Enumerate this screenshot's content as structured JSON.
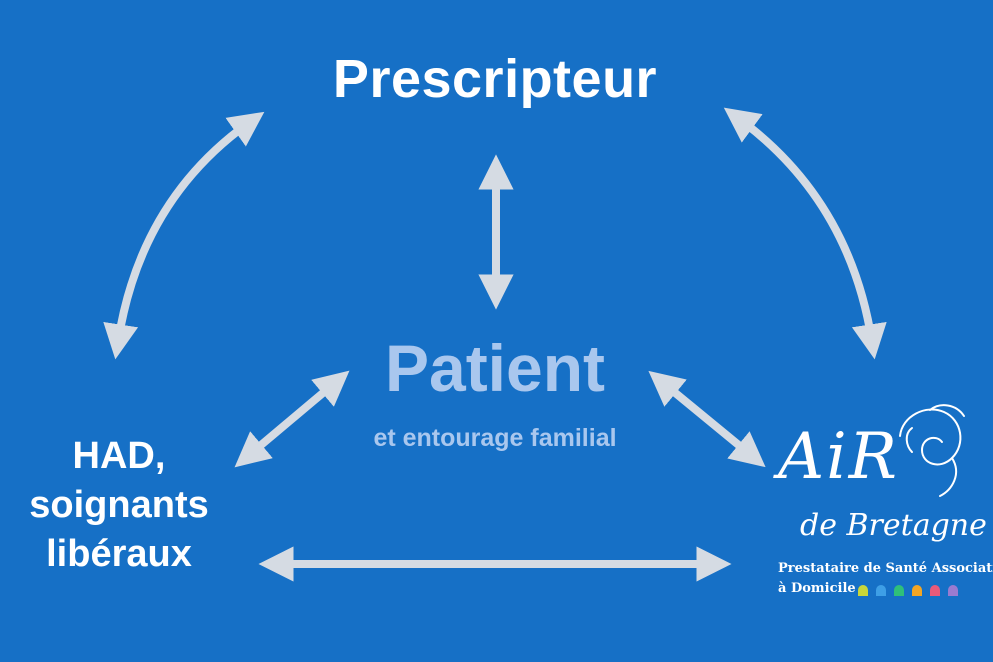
{
  "colors": {
    "background": "#1670c6",
    "arrow": "#d5dbe3",
    "text_primary": "#ffffff",
    "text_patient": "#a9c7ee",
    "logo_dots": [
      "#c8d63a",
      "#3e9fe6",
      "#2fc07a",
      "#f4a623",
      "#e85a7a",
      "#9a7bd0"
    ]
  },
  "nodes": {
    "prescripteur": "Prescripteur",
    "patient_title": "Patient",
    "patient_subtitle": "et entourage familial",
    "had_line1": "HAD,",
    "had_line2": "soignants",
    "had_line3": "libéraux"
  },
  "logo": {
    "name": "AiR",
    "subname": "de Bretagne",
    "tagline_line1": "Prestataire de Santé Associatif",
    "tagline_line2": "à Domicile"
  },
  "icons": {
    "logo_swirl": "swirl-icon",
    "arrows": "double-headed-arrow-icon"
  }
}
